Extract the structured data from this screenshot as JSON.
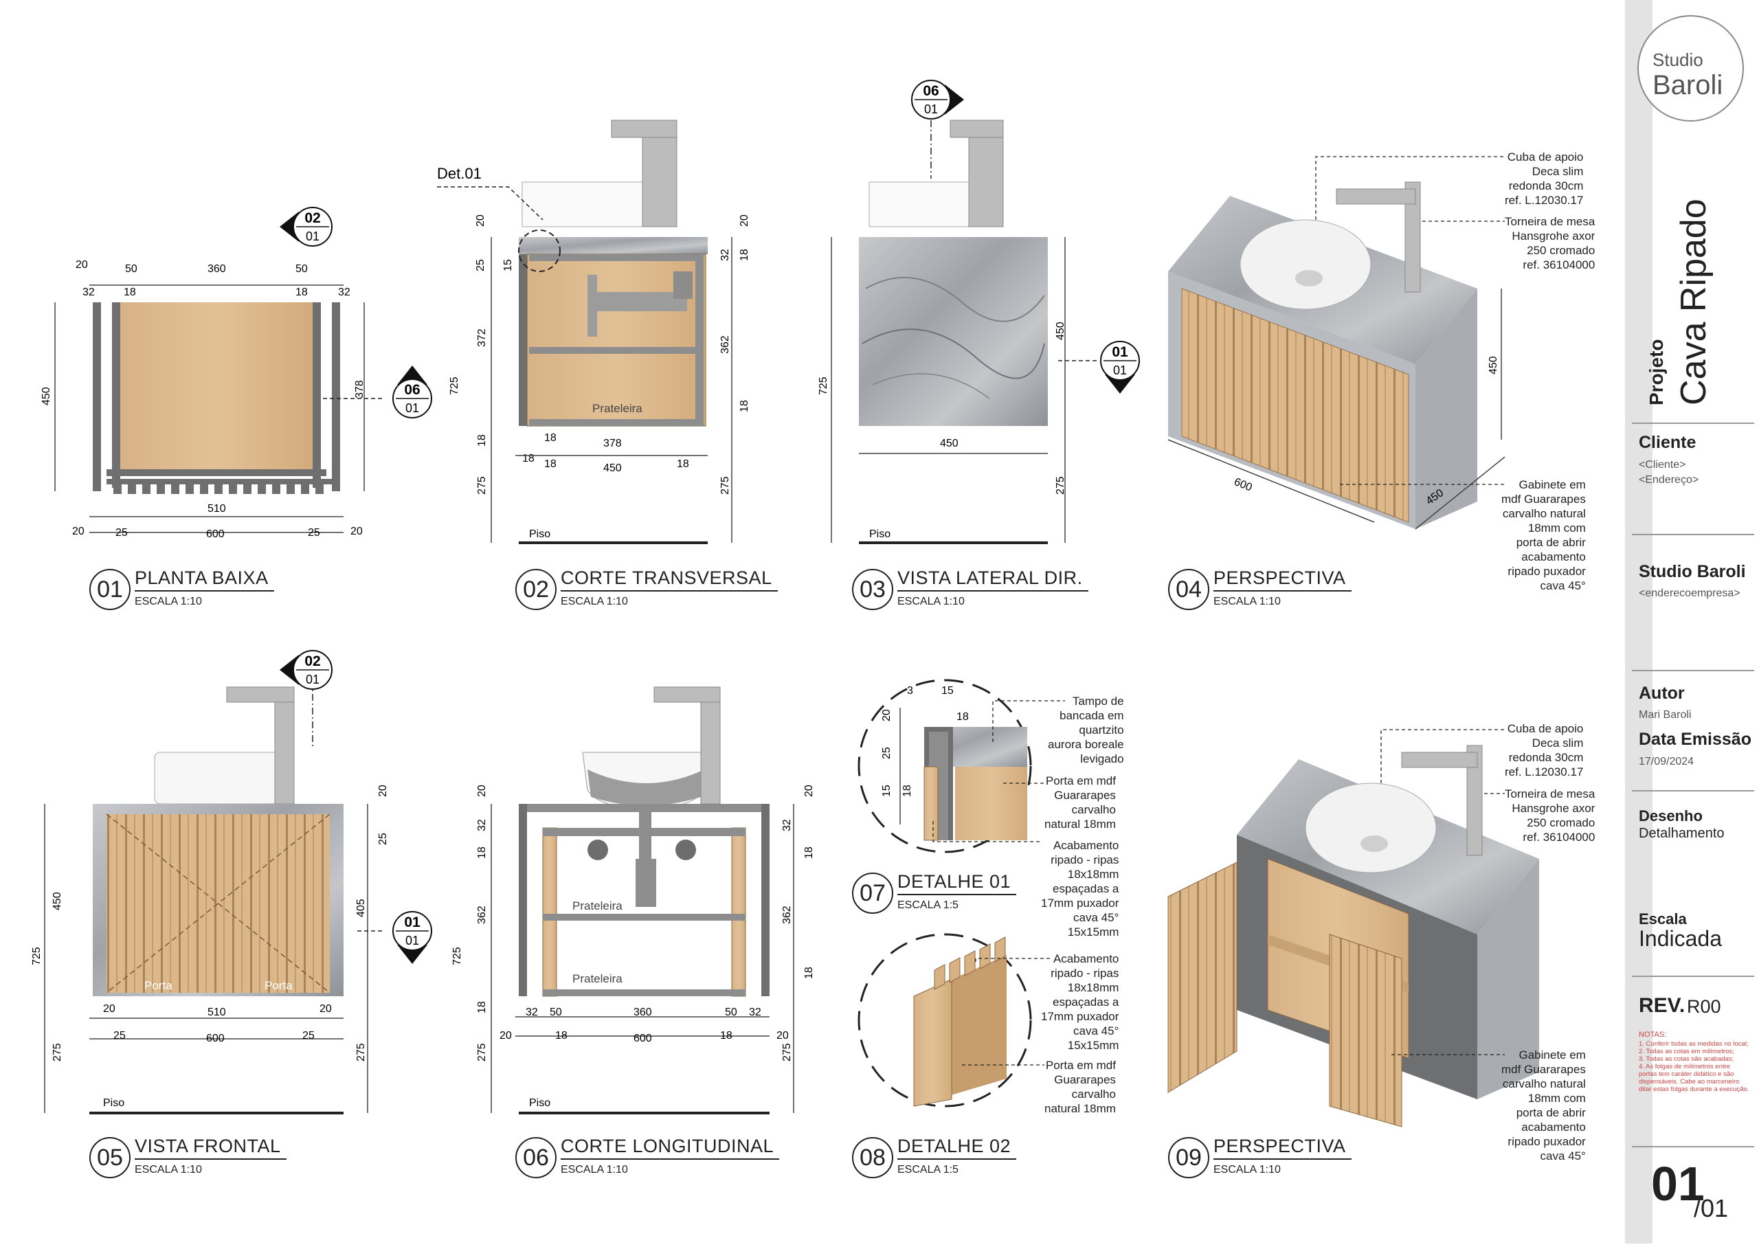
{
  "views": [
    {
      "num": "01",
      "name": "PLANTA BAIXA",
      "scale": "ESCALA 1:10"
    },
    {
      "num": "02",
      "name": "CORTE TRANSVERSAL",
      "scale": "ESCALA 1:10"
    },
    {
      "num": "03",
      "name": "VISTA LATERAL DIR.",
      "scale": "ESCALA 1:10"
    },
    {
      "num": "04",
      "name": "PERSPECTIVA",
      "scale": "ESCALA 1:10"
    },
    {
      "num": "05",
      "name": "VISTA FRONTAL",
      "scale": "ESCALA 1:10"
    },
    {
      "num": "06",
      "name": "CORTE LONGITUDINAL",
      "scale": "ESCALA 1:10"
    },
    {
      "num": "07",
      "name": "DETALHE 01",
      "scale": "ESCALA 1:5"
    },
    {
      "num": "08",
      "name": "DETALHE 02",
      "scale": "ESCALA 1:5"
    },
    {
      "num": "09",
      "name": "PERSPECTIVA",
      "scale": "ESCALA 1:10"
    }
  ],
  "markers": {
    "m02a": {
      "top": "02",
      "bottom": "01"
    },
    "m06a": {
      "top": "06",
      "bottom": "01"
    },
    "m06b": {
      "top": "06",
      "bottom": "01"
    },
    "m01a": {
      "top": "01",
      "bottom": "01"
    },
    "m02b": {
      "top": "02",
      "bottom": "01"
    },
    "m01b": {
      "top": "01",
      "bottom": "01"
    }
  },
  "labels": {
    "det01": "Det.01",
    "piso": "Piso",
    "prateleira": "Prateleira",
    "porta": "Porta"
  },
  "dims": {
    "v01": {
      "d20": "20",
      "d50": "50",
      "d360": "360",
      "d32": "32",
      "d18": "18",
      "d450": "450",
      "d378": "378",
      "d510": "510",
      "d25": "25",
      "d600": "600"
    },
    "v02": {
      "d20": "20",
      "d25": "25",
      "d15": "15",
      "d372": "372",
      "d725": "725",
      "d18": "18",
      "d275": "275",
      "d32": "32",
      "d362": "362",
      "d378": "378",
      "d450": "450"
    },
    "v03": {
      "d450": "450",
      "d725": "725",
      "d275": "275"
    },
    "v04": {
      "d600": "600",
      "d450": "450"
    },
    "v05": {
      "d20": "20",
      "d25": "25",
      "d450": "450",
      "d725": "725",
      "d405": "405",
      "d510": "510",
      "d600": "600",
      "d275": "275"
    },
    "v06": {
      "d20": "20",
      "d32": "32",
      "d18": "18",
      "d362": "362",
      "d725": "725",
      "d275": "275",
      "d50": "50",
      "d360": "360",
      "d600": "600"
    },
    "v07": {
      "d3": "3",
      "d15": "15",
      "d18": "18",
      "d20": "20",
      "d25": "25"
    }
  },
  "notes": {
    "cuba": "Cuba de apoio\nDeca slim\nredonda 30cm\nref. L.12030.17",
    "torneira": "Torneira de mesa\nHansgrohe axor\n250 cromado\nref. 36104000",
    "gabinete": "Gabinete em\nmdf Guararapes\ncarvalho natural\n18mm com\nporta de abrir\nacabamento\nripado puxador\ncava 45°",
    "tampo": "Tampo de\nbancada em\nquartzito\naurora boreale\nlevigado",
    "porta_mdf": "Porta em mdf\nGuararapes\ncarvalho\nnatural 18mm",
    "ripado": "Acabamento\nripado - ripas\n18x18mm\nespaçadas a\n17mm puxador\ncava 45°\n15x15mm"
  },
  "sidebar": {
    "logo_line1": "Studio",
    "logo_line2": "Baroli",
    "projeto_label": "Projeto",
    "projeto_name": "Cava Ripado",
    "cliente_label": "Cliente",
    "cliente_name": "<Cliente>",
    "cliente_endereco": "<Endereço>",
    "empresa_name": "Studio Baroli",
    "empresa_endereco": "<enderecoempresa>",
    "autor_label": "Autor",
    "autor_name": "Mari Baroli",
    "data_label": "Data Emissão",
    "data_value": "17/09/2024",
    "desenho_label": "Desenho",
    "desenho_value": "Detalhamento",
    "escala_label": "Escala",
    "escala_value": "Indicada",
    "rev_label": "REV.",
    "rev_value": "R00",
    "notas_title": "NOTAS:",
    "notas": [
      "1. Conferir todas as medidas no local;",
      "2. Todas as cotas em milímetros;",
      "3. Todas as cotas são acabadas;",
      "4. As folgas de milímetros entre",
      "portas tem caráter didático e são",
      "dispensáveis. Cabe ao marceneiro",
      "ditar estas folgas durante a execução."
    ],
    "sheet_num": "01",
    "sheet_total": "/01"
  },
  "colors": {
    "wood": "#d9b68a",
    "woodDark": "#b89262",
    "marble": "#b5b8bc",
    "frame": "#6f6f6f",
    "line": "#222222",
    "accent": "#333333"
  }
}
